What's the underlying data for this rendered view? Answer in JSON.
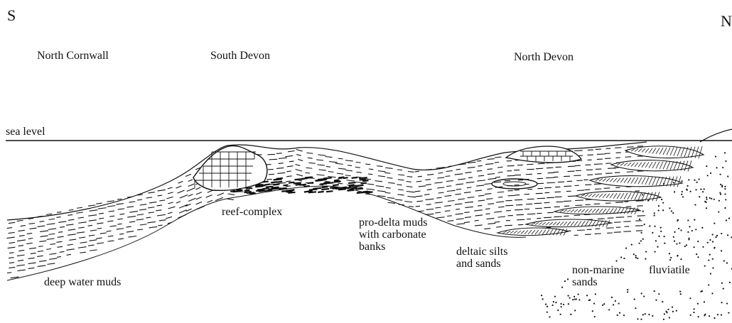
{
  "directions": {
    "south": "S",
    "north": "N"
  },
  "regions": {
    "north_cornwall": "North Cornwall",
    "south_devon": "South Devon",
    "north_devon": "North Devon"
  },
  "sea_level": "sea level",
  "facies": {
    "reef_complex": "reef-complex",
    "pro_delta_line1": "pro-delta muds",
    "pro_delta_line2": "with carbonate",
    "pro_delta_line3": "banks",
    "deltaic_line1": "deltaic silts",
    "deltaic_line2": "and sands",
    "non_marine_line1": "non-marine",
    "non_marine_line2": "sands",
    "fluviatile": "fluviatile",
    "deep_water": "deep water muds"
  }
}
